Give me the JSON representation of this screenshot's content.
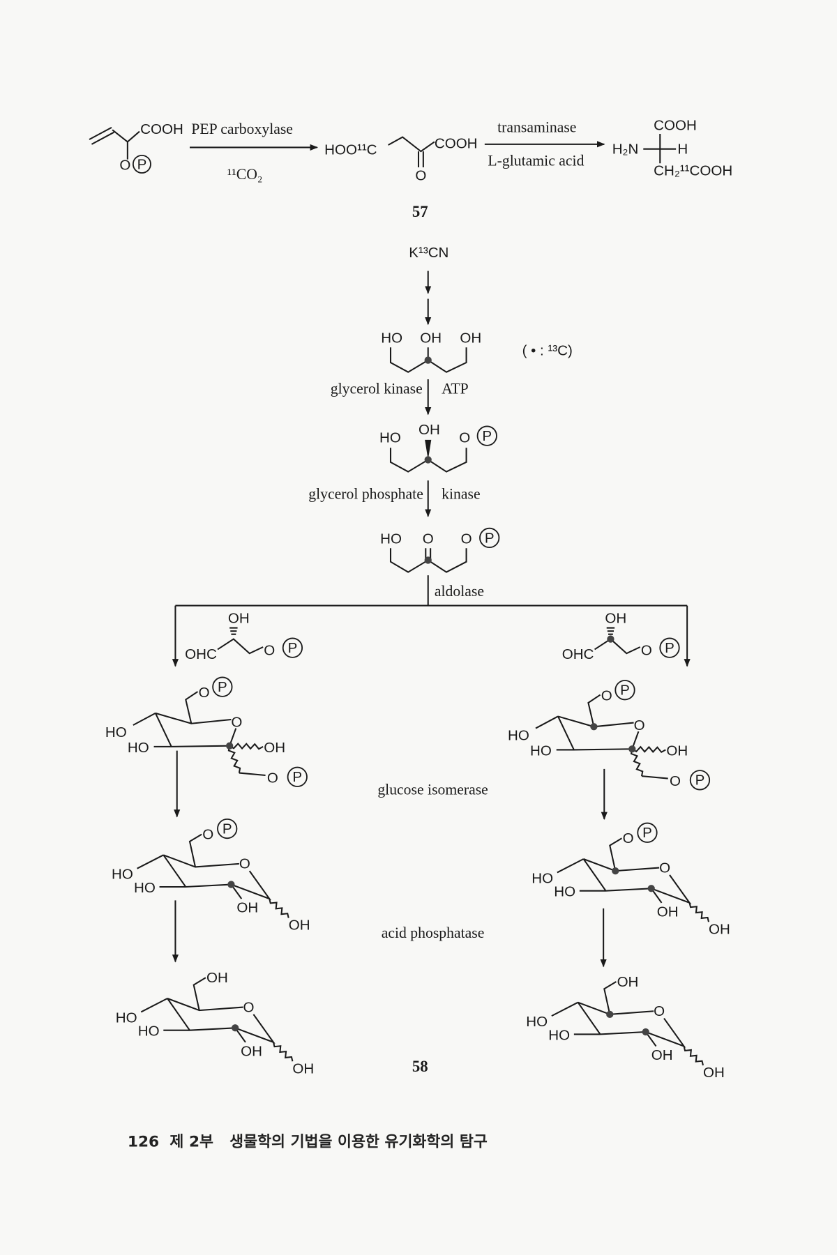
{
  "symbols": {
    "phosphate": "P",
    "oxygen": "O",
    "hydroxyl_left": "HO",
    "hydroxyl_right": "OH",
    "label_13c_note": "( • :  ¹³C)"
  },
  "scheme_57": {
    "reactant_acid": "COOH",
    "enzyme_1": "PEP carboxylase",
    "reagent_1": "¹¹CO₂",
    "intermediate_left": "HOO¹¹C",
    "intermediate_right": "COOH",
    "enzyme_2": "transaminase",
    "reagent_2": "L-glutamic acid",
    "product_top": "COOH",
    "product_left": "H₂N",
    "product_right": "H",
    "product_bottom": "CH₂¹¹COOH",
    "compound_number": "57"
  },
  "scheme_58": {
    "start": "K¹³CN",
    "step_glycerol_kinase": "glycerol kinase",
    "cofactor_atp": "ATP",
    "step_gp_left": "glycerol phosphate",
    "step_gp_right": "kinase",
    "step_aldolase": "aldolase",
    "triose_aldehyde": "OHC",
    "step_isomerase": "glucose isomerase",
    "step_phosphatase": "acid phosphatase",
    "compound_number": "58"
  },
  "footer": {
    "page_number": "126",
    "part": "제 2부",
    "chapter_title": "생물학의 기법을 이용한 유기화학의 탐구"
  }
}
